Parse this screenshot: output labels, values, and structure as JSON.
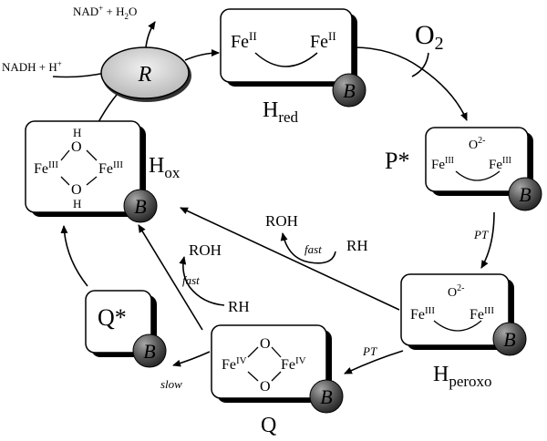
{
  "cofactor": {
    "reagent_in": "NADH + H",
    "reagent_in_sup": "+",
    "product_out_pre": "NAD",
    "product_out_sup": "+",
    "product_out_mid": " + H",
    "product_out_sub": "2",
    "product_out_post": "O",
    "reductase": "R"
  },
  "oxygen": {
    "main": "O",
    "sub": "2"
  },
  "states": {
    "hred": {
      "label_main": "H",
      "label_sub": "red",
      "fe_left": "Fe",
      "fe_left_ox": "II",
      "fe_right": "Fe",
      "fe_right_ox": "II",
      "badge": "B"
    },
    "pstar": {
      "label": "P*",
      "o2": "O",
      "o2_sup": "2-",
      "fe_left": "Fe",
      "fe_left_ox": "III",
      "fe_right": "Fe",
      "fe_right_ox": "III",
      "badge": "B"
    },
    "hox": {
      "label_main": "H",
      "label_sub": "ox",
      "h_top": "H",
      "o_top": "O",
      "fe_left": "Fe",
      "fe_left_ox": "III",
      "fe_right": "Fe",
      "fe_right_ox": "III",
      "o_bottom": "O",
      "h_bottom": "H",
      "badge": "B"
    },
    "hperoxo": {
      "label_main": "H",
      "label_sub": "peroxo",
      "o2": "O",
      "o2_sup": "2-",
      "fe_left": "Fe",
      "fe_left_ox": "III",
      "fe_right": "Fe",
      "fe_right_ox": "III",
      "badge": "B"
    },
    "q": {
      "label": "Q",
      "o_top": "O",
      "o_bottom": "O",
      "fe_left": "Fe",
      "fe_left_ox": "IV",
      "fe_right": "Fe",
      "fe_right_ox": "IV",
      "badge": "B"
    },
    "qstar": {
      "label": "Q*",
      "badge": "B"
    }
  },
  "edges": {
    "pt_1": "PT",
    "pt_2": "PT",
    "slow": "slow",
    "fast_1": "fast",
    "fast_2": "fast",
    "roh_1": "ROH",
    "rh_1": "RH",
    "roh_2": "ROH",
    "rh_2": "RH"
  }
}
